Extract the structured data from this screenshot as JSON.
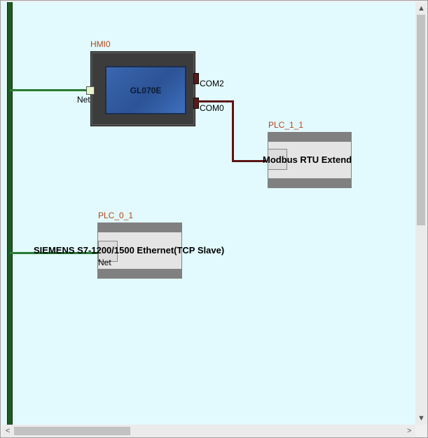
{
  "devices": {
    "hmi": {
      "title": "HMI0",
      "model": "GL070E",
      "port_com2": "COM2",
      "port_com0": "COM0",
      "port_net": "Net"
    },
    "plc_1_1": {
      "title": "PLC_1_1",
      "protocol": "Modbus RTU Extend"
    },
    "plc_0_1": {
      "title": "PLC_0_1",
      "protocol": "SIEMENS S7-1200/1500 Ethernet(TCP Slave)",
      "port_net": "Net"
    }
  },
  "colors": {
    "canvas": "#e2fafd",
    "bus": "#1f5a22",
    "rtu_wire": "#5b1515",
    "title": "#b5451b"
  },
  "icons": {
    "scroll_up": "▲",
    "scroll_down": "▼",
    "scroll_left": "<",
    "scroll_right": ">"
  }
}
